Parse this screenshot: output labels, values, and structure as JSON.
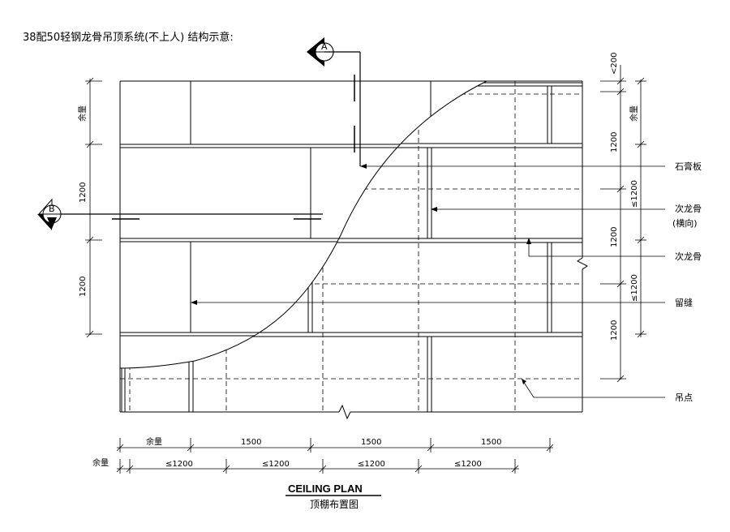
{
  "title": "38配50轻钢龙骨吊顶系统(不上人) 结构示意:",
  "section_marks": {
    "a": "A",
    "b": "B"
  },
  "callouts": {
    "gypsum_board": "石膏板",
    "cross_keel_line1": "次龙骨",
    "cross_keel_line2": "(横向)",
    "keel": "次龙骨",
    "gap": "留缝",
    "hanger_point": "吊点"
  },
  "dims_left": {
    "margin": "余量",
    "a": "1200",
    "b": "1200"
  },
  "dims_right_outer": {
    "top": "<200",
    "a": "1200",
    "b": "1200",
    "c": "1200"
  },
  "dims_right_inner": {
    "margin": "余量",
    "a": "≤1200",
    "b": "≤1200"
  },
  "dims_bottom_row1": {
    "margin": "余量",
    "a": "1500",
    "b": "1500",
    "c": "1500"
  },
  "dims_bottom_row2": {
    "margin": "余量",
    "a": "≤1200",
    "b": "≤1200",
    "c": "≤1200",
    "d": "≤1200"
  },
  "plan_title": "CEILING PLAN",
  "plan_subtitle": "顶棚布置图"
}
